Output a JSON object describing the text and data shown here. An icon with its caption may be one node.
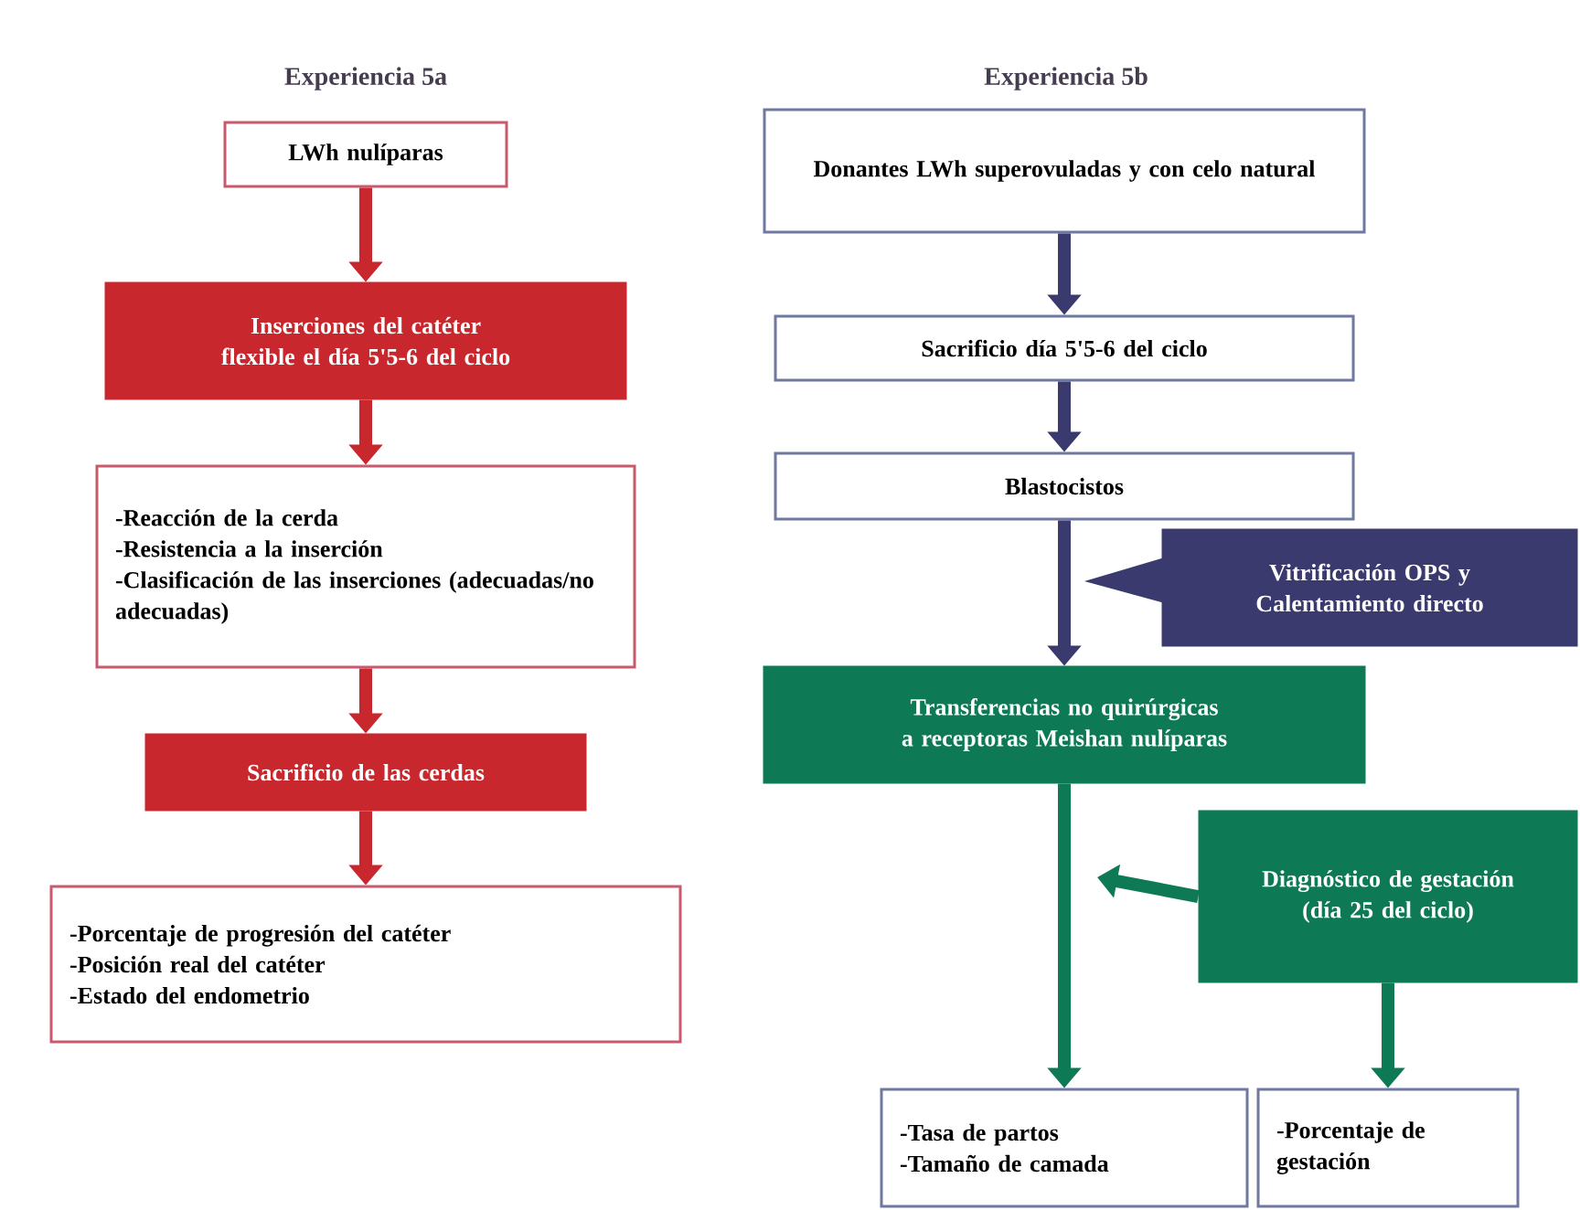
{
  "diagram": {
    "nodes": [
      {
        "text": [
          "LWh nulíparas"
        ]
      },
      {
        "text": [
          "Inserciones del catéter flexible el día 5'5-6 del ciclo"
        ]
      },
      {
        "text": [
          "-Reacción de la cerda",
          "-Resistencia a la inserción",
          "-Clasificación de las inserciones (adecuadas/no adecuadas)"
        ]
      },
      {
        "text": [
          "Sacrificio de las cerdas"
        ]
      },
      {
        "text": [
          "-Porcentaje de progresión del catéter",
          "-Posición real del catéter",
          "-Estado del endometrio"
        ]
      },
      {
        "text": [
          "Donantes LWh superovuladas y con celo natural"
        ]
      },
      {
        "text": [
          "Sacrificio día 5'5-6 del ciclo"
        ]
      },
      {
        "text": [
          "Blastocistos"
        ]
      },
      {
        "text": [
          "Vitrificación OPS y Calentamiento directo"
        ]
      },
      {
        "text": [
          "Transferencias no quirúrgicas a receptoras Meishan nulíparas"
        ]
      },
      {
        "text": [
          "Diagnóstico de gestación (día 25 del ciclo)"
        ]
      },
      {
        "text": [
          "-Tasa de partos",
          "-Tamaño de camada"
        ]
      },
      {
        "text": [
          "-Porcentaje de gestación"
        ]
      }
    ],
    "edges": [
      {
        "from": 0,
        "to": 1,
        "arrow": "to",
        "color": "#c8282d"
      },
      {
        "from": 1,
        "to": 2,
        "arrow": "to",
        "color": "#c8282d"
      },
      {
        "from": 2,
        "to": 3,
        "arrow": "to",
        "color": "#c8282d"
      },
      {
        "from": 3,
        "to": 4,
        "arrow": "to",
        "color": "#c8282d"
      },
      {
        "from": 5,
        "to": 6,
        "arrow": "to",
        "color": "#3a3a6e"
      },
      {
        "from": 6,
        "to": 7,
        "arrow": "to",
        "color": "#3a3a6e"
      },
      {
        "from": 7,
        "to": 9,
        "arrow": "to",
        "color": "#3a3a6e"
      },
      {
        "from": 9,
        "to": 11,
        "arrow": "to",
        "color": "#0e7a55"
      },
      {
        "from": 10,
        "to": null,
        "arrow": "to",
        "color": "#0e7a55"
      },
      {
        "from": 10,
        "to": 12,
        "arrow": "to",
        "color": "#0e7a55"
      }
    ],
    "labels": [
      "Experiencia 5a",
      "Experiencia 5b"
    ]
  }
}
